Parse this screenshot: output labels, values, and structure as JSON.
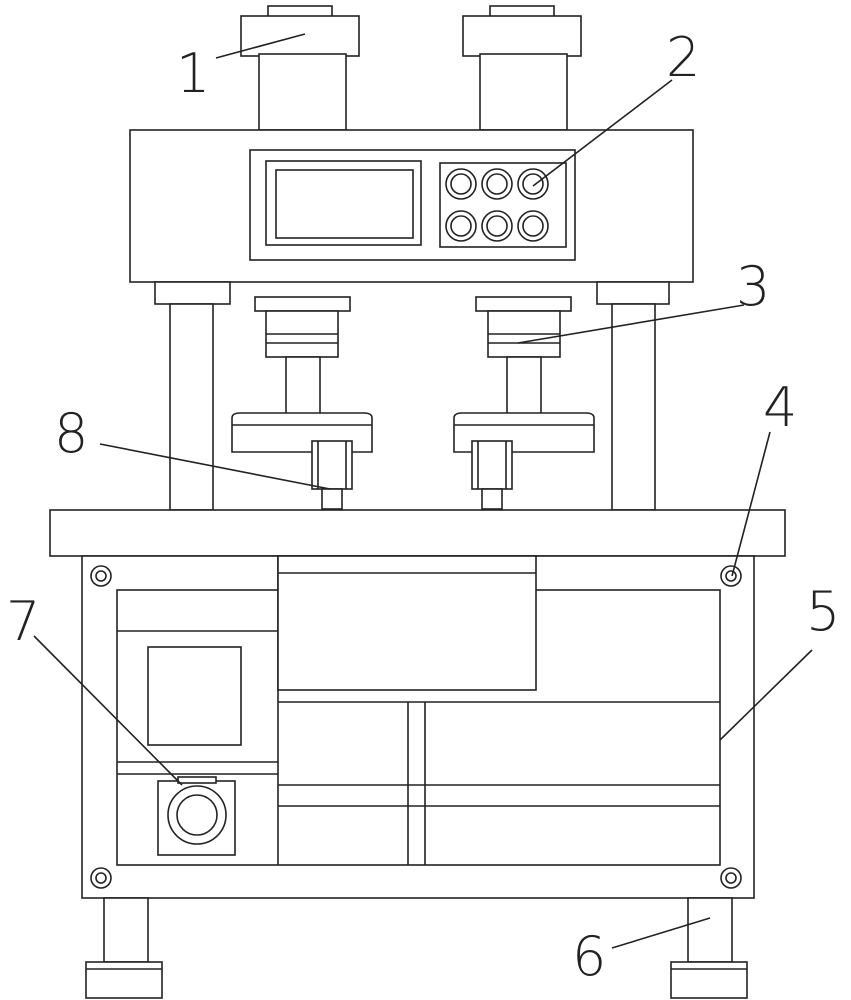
{
  "figure": {
    "callouts": [
      {
        "id": "callout-1",
        "text": "1"
      },
      {
        "id": "callout-2",
        "text": "2"
      },
      {
        "id": "callout-3",
        "text": "3"
      },
      {
        "id": "callout-4",
        "text": "4"
      },
      {
        "id": "callout-5",
        "text": "5"
      },
      {
        "id": "callout-6",
        "text": "6"
      },
      {
        "id": "callout-7",
        "text": "7"
      },
      {
        "id": "callout-8",
        "text": "8"
      }
    ],
    "panel_buttons": 6
  }
}
